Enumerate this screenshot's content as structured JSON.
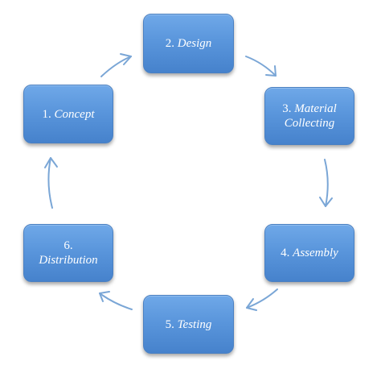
{
  "diagram": {
    "type": "cycle",
    "accent_color": "#5b9bd5",
    "arrow_color": "#7aa6d6",
    "steps": [
      {
        "number": "2.",
        "label": "Design"
      },
      {
        "number": "3.",
        "label": "Material",
        "label2": "Collecting"
      },
      {
        "number": "4.",
        "label": "Assembly"
      },
      {
        "number": "5.",
        "label": "Testing"
      },
      {
        "number": "6.",
        "label": "Distribution"
      },
      {
        "number": "1.",
        "label": "Concept"
      }
    ]
  }
}
